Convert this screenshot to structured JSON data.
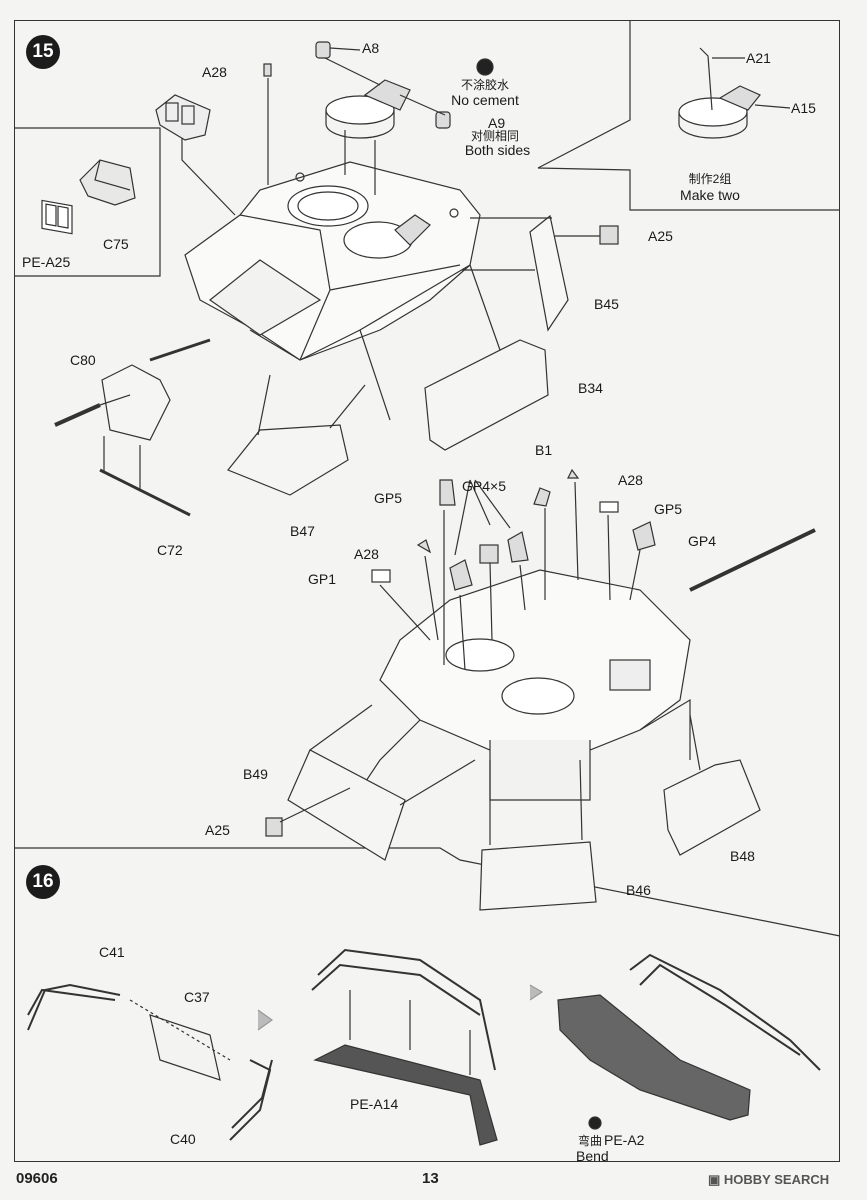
{
  "step15": {
    "number": "15",
    "labels": {
      "A8": "A8",
      "A28_top": "A28",
      "A9": "A9",
      "C75": "C75",
      "PE_A25": "PE-A25",
      "A21": "A21",
      "A15": "A15",
      "A25_right": "A25",
      "B45": "B45",
      "B34": "B34",
      "C80": "C80",
      "C72": "C72",
      "B47": "B47",
      "B1": "B1",
      "A28_mid": "A28",
      "GP5_left": "GP5",
      "GP4x5": "GP4×5",
      "GP5_right": "GP5",
      "GP4": "GP4",
      "A28_left": "A28",
      "GP1": "GP1",
      "B49": "B49",
      "A25_left": "A25",
      "B48": "B48",
      "B46": "B46"
    },
    "no_cement_cn": "不涂胶水",
    "no_cement_en": "No cement",
    "both_sides_cn": "对侧相同",
    "both_sides_en": "Both sides",
    "make_two_cn": "制作2组",
    "make_two_en": "Make two"
  },
  "step16": {
    "number": "16",
    "labels": {
      "C41": "C41",
      "C37": "C37",
      "C40": "C40",
      "PE_A14": "PE-A14",
      "PE_A2": "PE-A2"
    },
    "bend_cn": "弯曲",
    "bend_en": "Bend"
  },
  "footer": {
    "code": "09606",
    "page_number": "13",
    "watermark": "HOBBY SEARCH"
  }
}
